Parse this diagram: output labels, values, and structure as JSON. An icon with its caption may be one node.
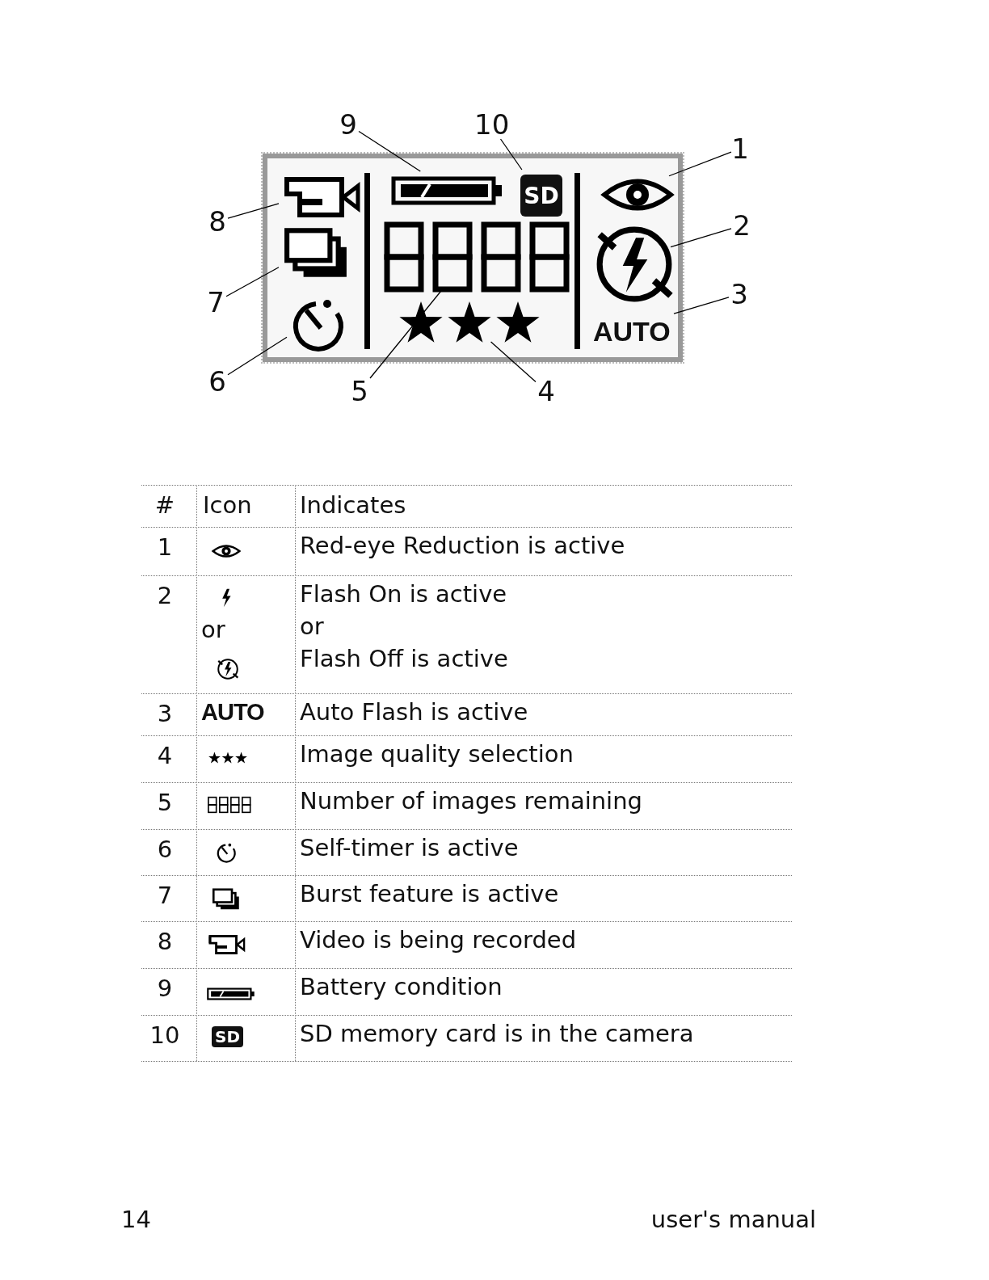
{
  "diagram": {
    "nodes": [
      {
        "text": [],
        "shape": "box"
      },
      {
        "text": [],
        "shape": "picture",
        "in": 0
      },
      {
        "text": [],
        "shape": "picture",
        "in": 0
      },
      {
        "text": [
          "SD"
        ],
        "in": 0
      },
      {
        "text": [],
        "shape": "picture",
        "in": 0
      },
      {
        "text": [],
        "shape": "picture",
        "in": 0
      },
      {
        "text": [],
        "shape": "picture",
        "in": 0
      },
      {
        "text": [],
        "shape": "picture",
        "in": 0
      },
      {
        "text": [],
        "shape": "picture",
        "in": 0
      },
      {
        "text": [],
        "shape": "picture",
        "in": 0
      },
      {
        "text": [
          "AUTO"
        ],
        "in": 0
      },
      {
        "text": [
          "9"
        ]
      },
      {
        "text": [
          "10"
        ]
      },
      {
        "text": [
          "1"
        ]
      },
      {
        "text": [
          "8"
        ]
      },
      {
        "text": [
          "2"
        ]
      },
      {
        "text": [
          "7"
        ]
      },
      {
        "text": [
          "3"
        ]
      },
      {
        "text": [
          "6"
        ]
      },
      {
        "text": [
          "5"
        ]
      },
      {
        "text": [
          "4"
        ]
      }
    ],
    "edges": [
      {
        "from": 11,
        "to": 2,
        "arrow": "none"
      },
      {
        "from": 12,
        "to": 3,
        "arrow": "none"
      },
      {
        "from": 13,
        "to": 4,
        "arrow": "none"
      },
      {
        "from": 14,
        "to": 1,
        "arrow": "none"
      },
      {
        "from": 15,
        "to": 6,
        "arrow": "none"
      },
      {
        "from": 16,
        "to": 5,
        "arrow": "none"
      },
      {
        "from": 17,
        "to": 10,
        "arrow": "none"
      },
      {
        "from": 18,
        "to": 8,
        "arrow": "none"
      },
      {
        "from": 19,
        "to": 7,
        "arrow": "none"
      },
      {
        "from": 20,
        "to": 9,
        "arrow": "none"
      }
    ],
    "labels": [
      "#",
      "Icon",
      "Indicates",
      "1",
      "Red-eye Reduction is active",
      "2",
      "or",
      "Flash On is active",
      "or",
      "Flash Off is active",
      "3",
      "AUTO",
      "Auto Flash is active",
      "4",
      "Image quality selection",
      "5",
      "Number of images remaining",
      "6",
      "Self-timer is active",
      "7",
      "Burst feature is active",
      "8",
      "Video is being recorded",
      "9",
      "Battery condition",
      "10",
      "SD",
      "SD memory card is in the camera",
      "14",
      "user's manual"
    ]
  }
}
